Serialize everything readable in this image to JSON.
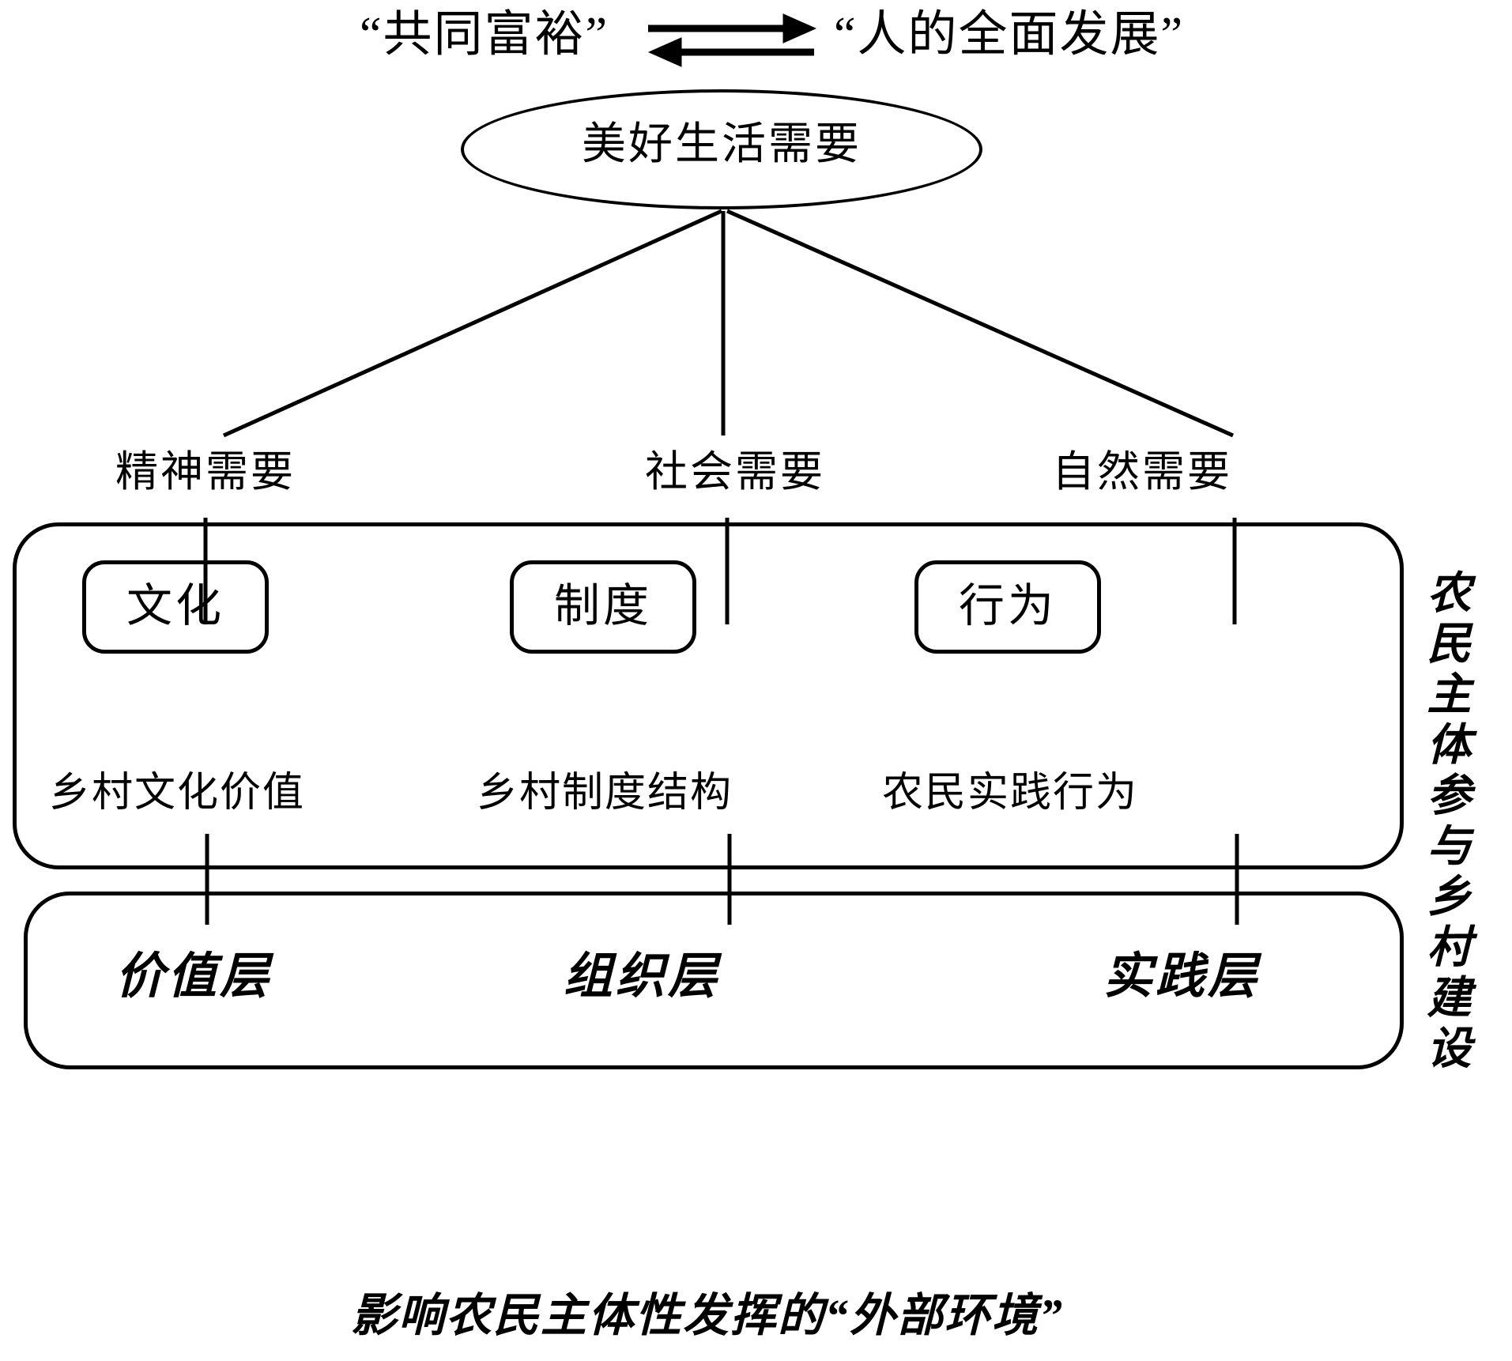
{
  "diagram": {
    "title_relation": {
      "left_term": "“共同富裕”",
      "right_term": "“人的全面发展”",
      "relation": "bidirectional-double-arrow"
    },
    "root": {
      "label": "美好生活需要",
      "shape": "ellipse"
    },
    "needs": [
      {
        "label": "精神需要"
      },
      {
        "label": "社会需要"
      },
      {
        "label": "自然需要"
      }
    ],
    "structure_panel": {
      "pills": [
        {
          "label": "文化"
        },
        {
          "label": "制度"
        },
        {
          "label": "行为"
        }
      ],
      "leaves": [
        {
          "label": "乡村文化价值"
        },
        {
          "label": "乡村制度结构"
        },
        {
          "label": "农民实践行为"
        }
      ]
    },
    "layers_panel": {
      "layers": [
        {
          "label": "价值层"
        },
        {
          "label": "组织层"
        },
        {
          "label": "实践层"
        }
      ]
    },
    "caption": "影响农民主体性发挥的“外部环境”",
    "side_label": "农民主体参与乡村建设",
    "colors": {
      "stroke": "#000000",
      "background": "#ffffff",
      "text": "#000000"
    }
  }
}
